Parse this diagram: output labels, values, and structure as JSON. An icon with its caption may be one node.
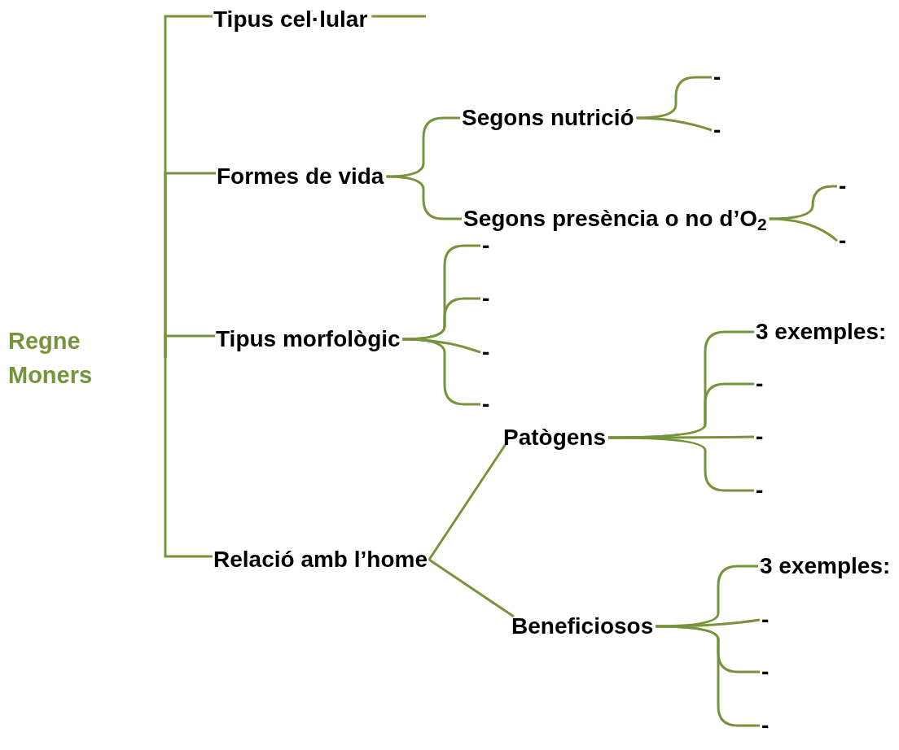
{
  "diagram": {
    "nodes": [
      {
        "text": [
          "Regne Moners"
        ]
      },
      {
        "text": [
          "Tipus cel·lular"
        ]
      },
      {
        "text": [
          "Formes de vida"
        ]
      },
      {
        "text": [
          "Tipus morfològic"
        ]
      },
      {
        "text": [
          "Relació amb l’home"
        ]
      },
      {
        "text": [
          "Segons nutrició"
        ]
      },
      {
        "text": [
          "Segons presència o no d’O$_{2}$"
        ]
      },
      {
        "text": [
          "-"
        ]
      },
      {
        "text": [
          "-"
        ]
      },
      {
        "text": [
          "-"
        ]
      },
      {
        "text": [
          "-"
        ]
      },
      {
        "text": [
          "-"
        ]
      },
      {
        "text": [
          "-"
        ]
      },
      {
        "text": [
          "-"
        ]
      },
      {
        "text": [
          "-"
        ]
      },
      {
        "text": [
          "Patògens"
        ]
      },
      {
        "text": [
          "Beneficiosos"
        ]
      },
      {
        "text": [
          "3 exemples:"
        ]
      },
      {
        "text": [
          "-"
        ]
      },
      {
        "text": [
          "-"
        ]
      },
      {
        "text": [
          "-"
        ]
      },
      {
        "text": [
          "3 exemples:"
        ]
      },
      {
        "text": [
          "-"
        ]
      },
      {
        "text": [
          "-"
        ]
      },
      {
        "text": [
          "-"
        ]
      }
    ],
    "edges": [
      {
        "from": null,
        "to": 1,
        "arrow": "none"
      },
      {
        "from": null,
        "to": 2,
        "arrow": "none"
      },
      {
        "from": null,
        "to": 3,
        "arrow": "none"
      },
      {
        "from": null,
        "to": 4,
        "arrow": "none"
      },
      {
        "from": 1,
        "to": null,
        "arrow": "none"
      },
      {
        "from": 2,
        "to": 5,
        "arrow": "none"
      },
      {
        "from": 2,
        "to": 6,
        "arrow": "none"
      },
      {
        "from": 5,
        "to": 7,
        "arrow": "none"
      },
      {
        "from": 5,
        "to": 8,
        "arrow": "none"
      },
      {
        "from": 6,
        "to": 9,
        "arrow": "none"
      },
      {
        "from": 6,
        "to": 10,
        "arrow": "none"
      },
      {
        "from": 3,
        "to": 11,
        "arrow": "none"
      },
      {
        "from": 3,
        "to": 12,
        "arrow": "none"
      },
      {
        "from": 3,
        "to": 13,
        "arrow": "none"
      },
      {
        "from": 3,
        "to": 14,
        "arrow": "none"
      },
      {
        "from": 4,
        "to": 15,
        "arrow": "none"
      },
      {
        "from": 4,
        "to": 16,
        "arrow": "none"
      },
      {
        "from": 15,
        "to": 17,
        "arrow": "none"
      },
      {
        "from": 15,
        "to": 18,
        "arrow": "none"
      },
      {
        "from": 15,
        "to": 19,
        "arrow": "none"
      },
      {
        "from": 15,
        "to": 20,
        "arrow": "none"
      },
      {
        "from": 16,
        "to": 21,
        "arrow": "none"
      },
      {
        "from": 16,
        "to": 22,
        "arrow": "none"
      },
      {
        "from": 16,
        "to": 23,
        "arrow": "none"
      },
      {
        "from": 16,
        "to": 24,
        "arrow": "none"
      }
    ]
  }
}
